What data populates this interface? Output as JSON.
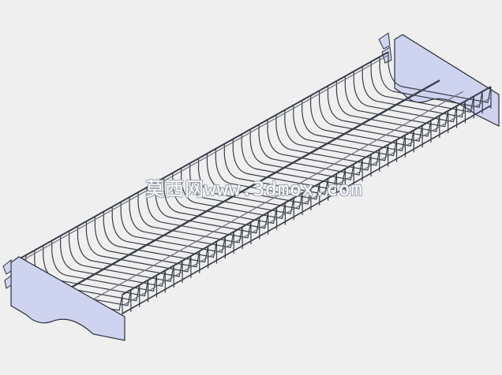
{
  "drawing": {
    "subject": "wire-shelf-with-brackets",
    "colors": {
      "background": "#efefef",
      "wire": "#3a3e49",
      "wire_light": "#6a6f7c",
      "bracket_fill": "#ced4f0",
      "bracket_stroke": "#2c2f38"
    },
    "cross_wire_count": 44
  },
  "watermark": {
    "text": "莫西网www.3dmox.com"
  }
}
